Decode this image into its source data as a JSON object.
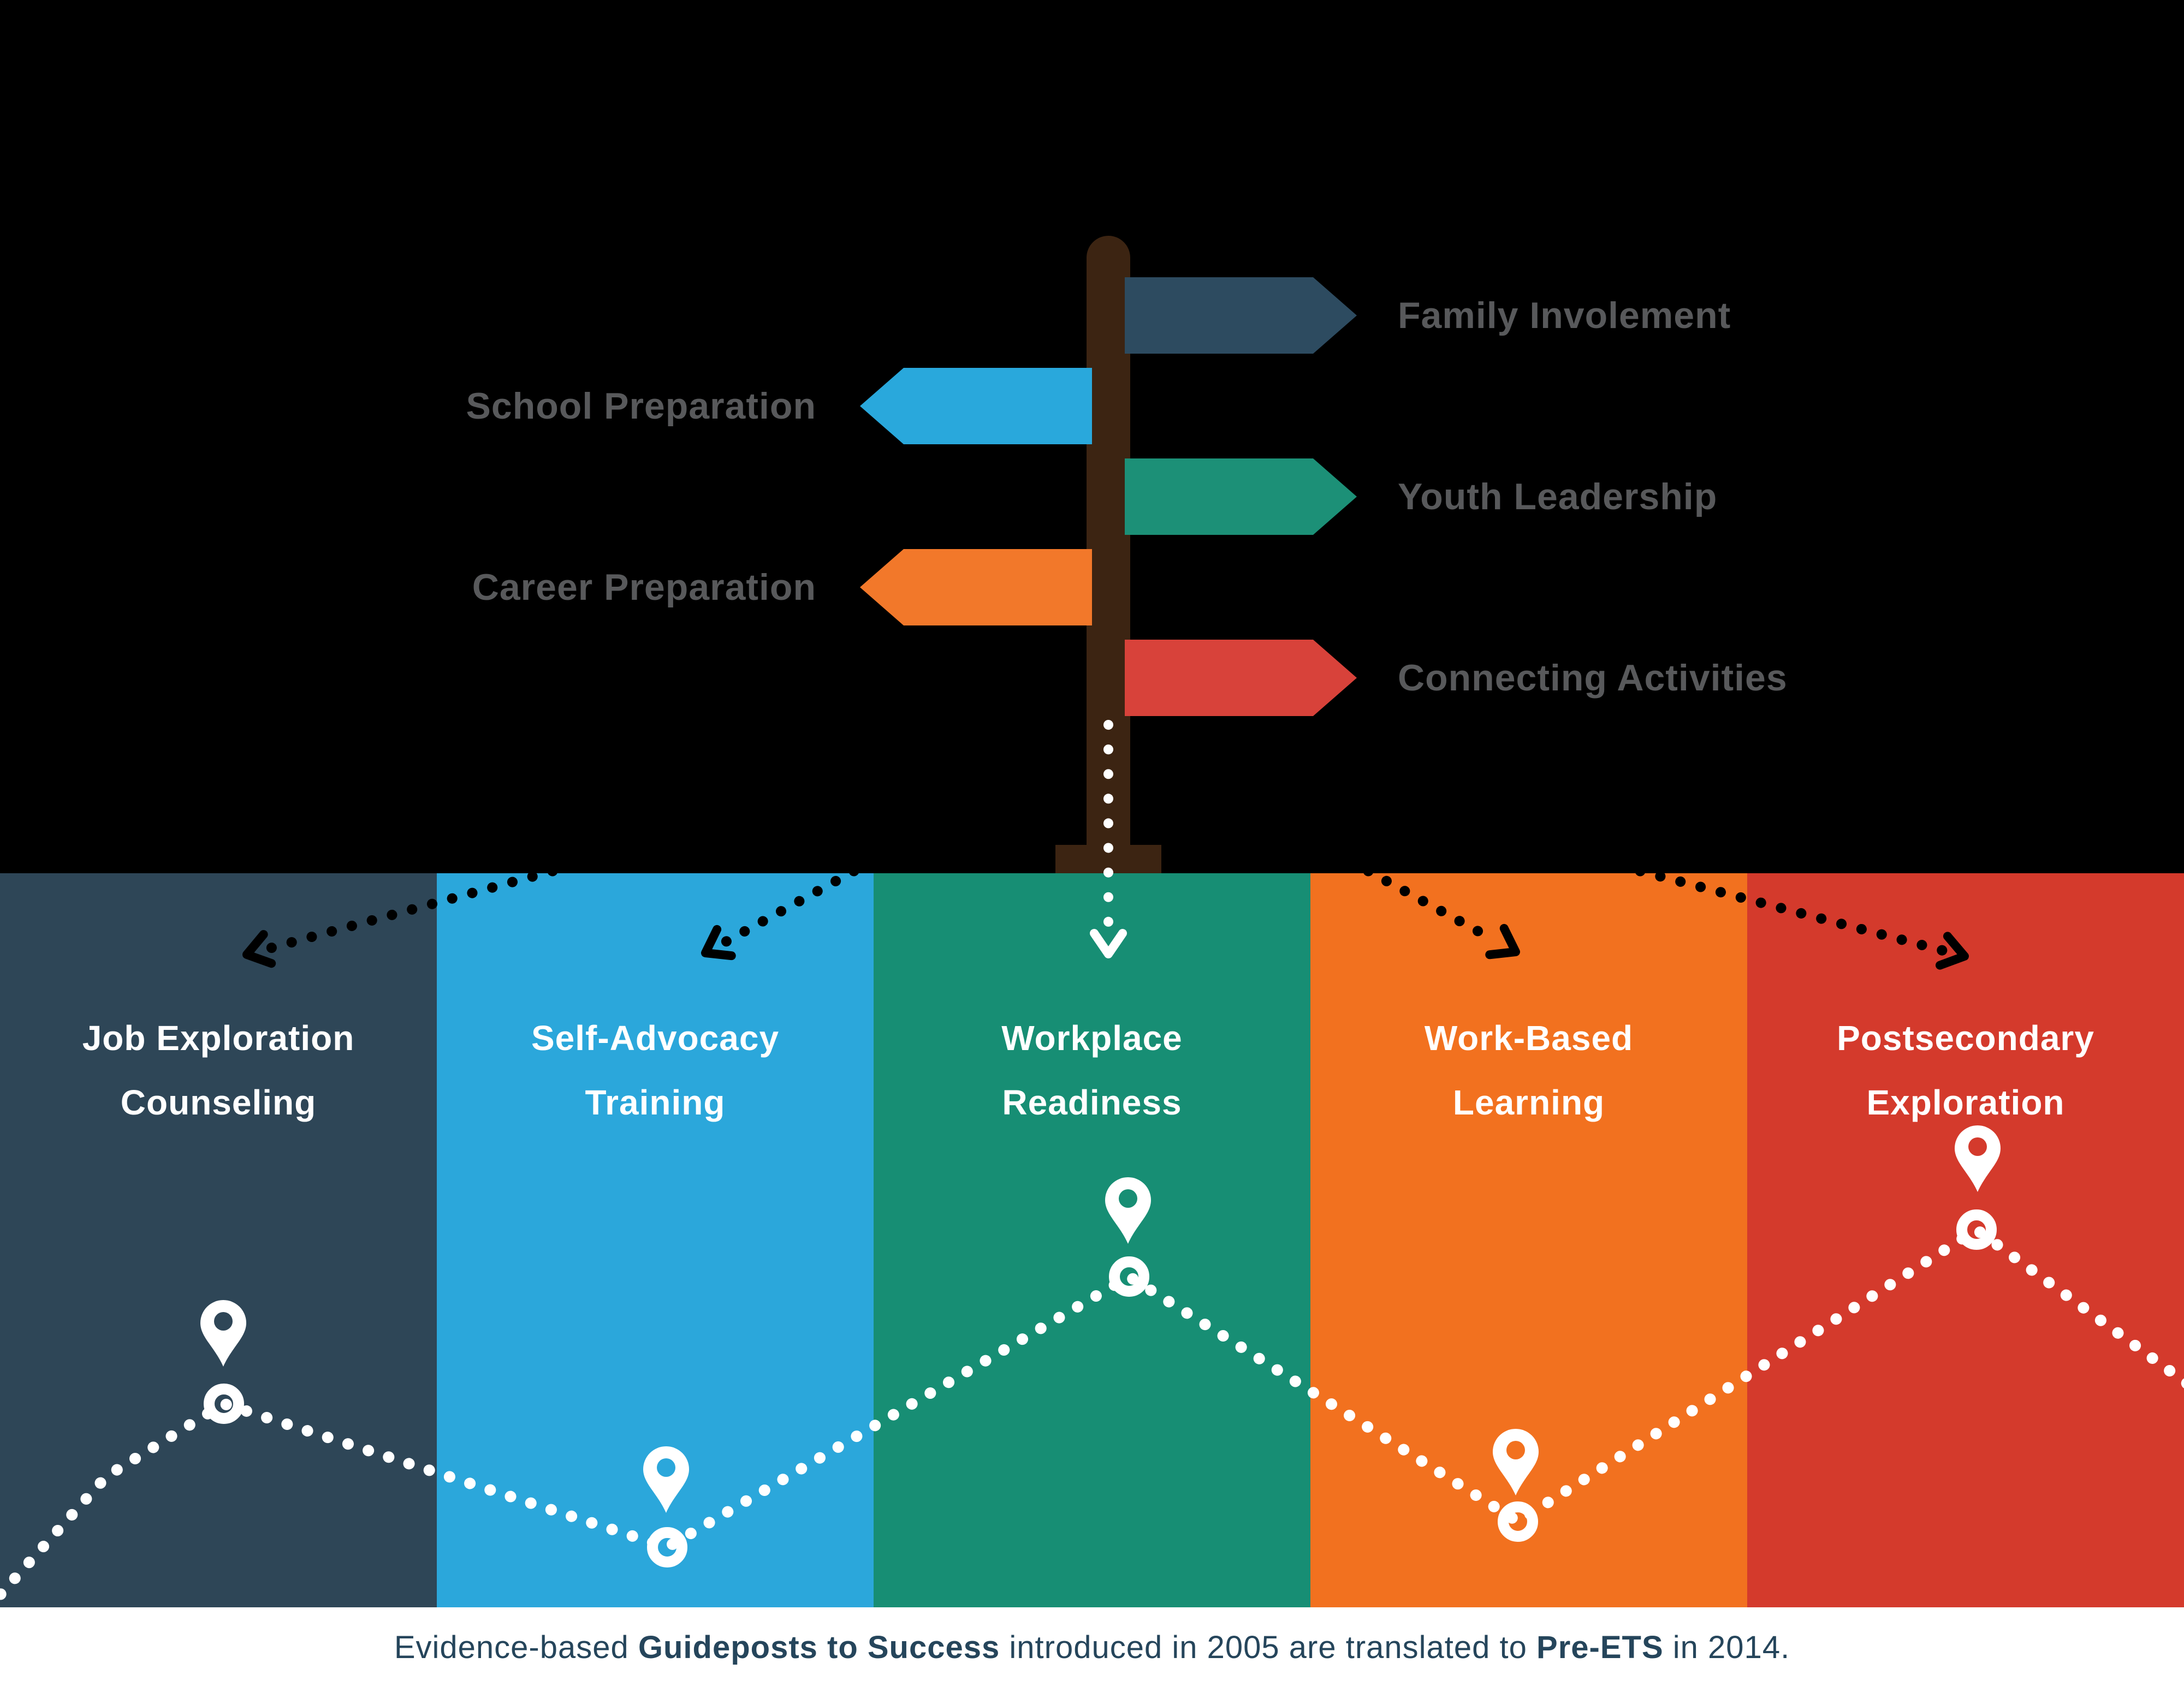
{
  "background": "#000000",
  "signpost": {
    "pole_color": "#3c2412",
    "label_color": "#58595b",
    "arrows": [
      {
        "label": "Family Involement",
        "color": "#2d4b60",
        "direction": "right"
      },
      {
        "label": "School Preparation",
        "color": "#29a8dc",
        "direction": "left"
      },
      {
        "label": "Youth Leadership",
        "color": "#1c9077",
        "direction": "right"
      },
      {
        "label": "Career Preparation",
        "color": "#f2782a",
        "direction": "left"
      },
      {
        "label": "Connecting Activities",
        "color": "#d8423a",
        "direction": "right"
      }
    ]
  },
  "columns": [
    {
      "label_lines": [
        "Job Exploration",
        "Counseling"
      ],
      "color": "#2e4657"
    },
    {
      "label_lines": [
        "Self-Advocacy",
        "Training"
      ],
      "color": "#2ba7db"
    },
    {
      "label_lines": [
        "Workplace",
        "Readiness"
      ],
      "color": "#178e74"
    },
    {
      "label_lines": [
        "Work-Based",
        "Learning"
      ],
      "color": "#f2711f"
    },
    {
      "label_lines": [
        "Postsecondary",
        "Exploration"
      ],
      "color": "#d43a2c"
    }
  ],
  "journey": {
    "dot_color": "#ffffff",
    "marker_color": "#ffffff",
    "connector_color": "#000000"
  },
  "icons": {
    "location_pin": "map-pin-icon",
    "ring": "circle-ring-marker",
    "down_arrow": "chevron-down-arrow",
    "connector": "dotted-arrow"
  },
  "footer": {
    "background": "#ffffff",
    "text_color": "#25455b",
    "segments": [
      {
        "text": "Evidence-based ",
        "bold": false
      },
      {
        "text": "Guideposts to Success",
        "bold": true
      },
      {
        "text": " introduced in 2005 are translated to ",
        "bold": false
      },
      {
        "text": "Pre-ETS",
        "bold": true
      },
      {
        "text": " in 2014.",
        "bold": false
      }
    ]
  }
}
